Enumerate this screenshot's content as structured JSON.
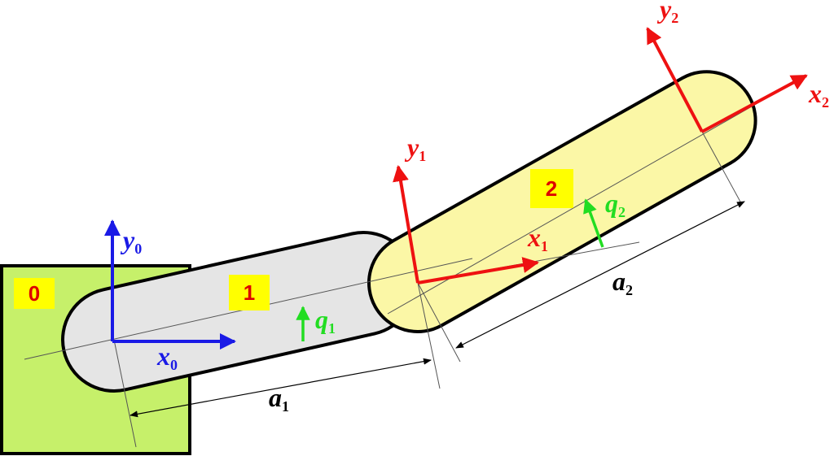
{
  "colors": {
    "base_fill": "#c6f06a",
    "link1_fill": "#e5e5e5",
    "link2_fill": "#fbf7a6",
    "tag_fill": "#ffff00",
    "tag_text": "#dd0000",
    "frame0": "#1a1ae6",
    "frame_red": "#ee1111",
    "angle": "#22dd22",
    "dim": "#000000"
  },
  "labels": {
    "base_number": "0",
    "link1_number": "1",
    "link2_number": "2"
  },
  "axes": {
    "x0": {
      "letter": "x",
      "index": "0"
    },
    "y0": {
      "letter": "y",
      "index": "0"
    },
    "x1": {
      "letter": "x",
      "index": "1"
    },
    "y1": {
      "letter": "y",
      "index": "1"
    },
    "x2": {
      "letter": "x",
      "index": "2"
    },
    "y2": {
      "letter": "y",
      "index": "2"
    }
  },
  "angles": {
    "q1": {
      "letter": "q",
      "index": "1"
    },
    "q2": {
      "letter": "q",
      "index": "2"
    }
  },
  "dimensions": {
    "a1": {
      "letter": "a",
      "index": "1"
    },
    "a2": {
      "letter": "a",
      "index": "2"
    }
  }
}
